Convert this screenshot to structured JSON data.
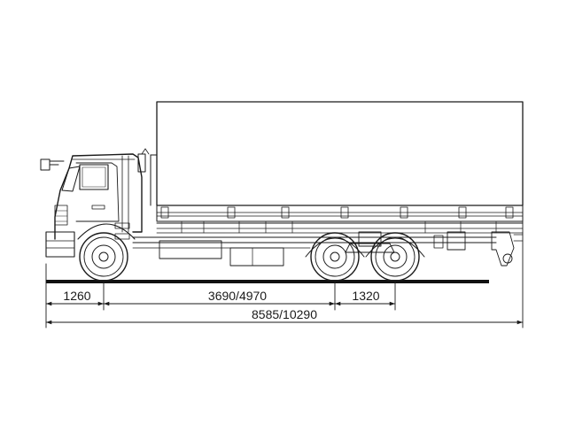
{
  "dimensions": {
    "front_overhang": "1260",
    "wheelbase": "3690/4970",
    "rear_axle_spacing": "1320",
    "overall_length": "8585/10290"
  },
  "colors": {
    "ink": "#1a1a1a",
    "ground": "#111111",
    "background": "#ffffff"
  }
}
